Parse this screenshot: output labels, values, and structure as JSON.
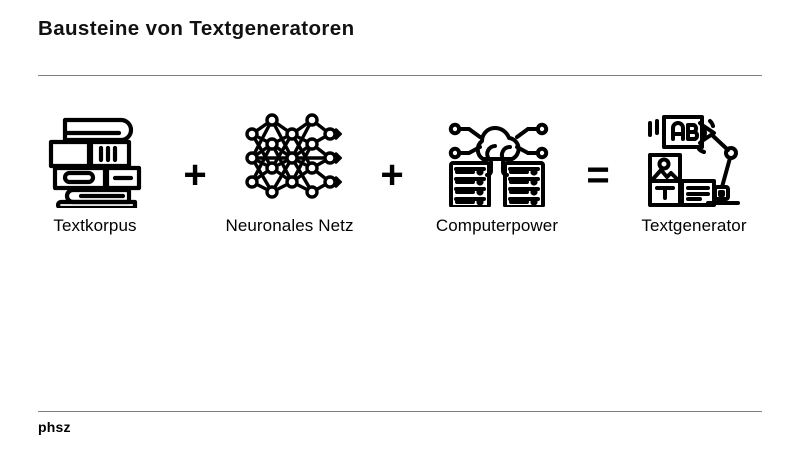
{
  "slide": {
    "title": "Bausteine von Textgeneratoren",
    "background_color": "#ffffff",
    "text_color": "#000000",
    "rule_color": "#808080"
  },
  "footer": {
    "logo_text": "phsz"
  },
  "formula": {
    "items": [
      {
        "id": "textkorpus",
        "label": "Textkorpus",
        "icon": "book-stack-icon"
      },
      {
        "id": "neuronales-netz",
        "label": "Neuronales Netz",
        "icon": "neural-network-icon"
      },
      {
        "id": "computerpower",
        "label": "Computerpower",
        "icon": "cloud-server-icon"
      },
      {
        "id": "textgenerator",
        "label": "Textgenerator",
        "icon": "robot-arm-icon"
      }
    ],
    "operators": {
      "plus_1": "+",
      "plus_2": "+",
      "equals": "="
    }
  }
}
